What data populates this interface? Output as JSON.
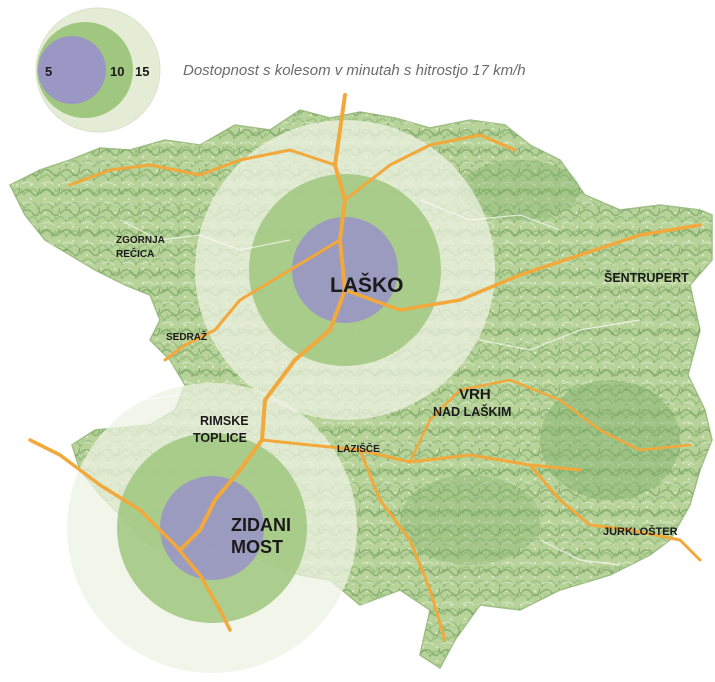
{
  "legend": {
    "caption": "Dostopnost s kolesom v minutah s hitrostjo 17 km/h",
    "values": [
      "5",
      "10",
      "15"
    ]
  },
  "places": {
    "lasko": "LAŠKO",
    "zgornja_line1": "ZGORNJA",
    "zgornja_line2": "REČICA",
    "sentrupert": "ŠENTRUPERT",
    "sedraz": "SEDRAŽ",
    "vrh_line1": "VRH",
    "vrh_line2": "NAD LAŠKIM",
    "rimske_line1": "RIMSKE",
    "rimske_line2": "TOPLICE",
    "lazisce": "LAZIŠČE",
    "zidani_line1": "ZIDANI",
    "zidani_line2": "MOST",
    "jurklosster": "JURKLOŠTER"
  },
  "colors": {
    "terrain": "#b8d39a",
    "terrain_dark": "#7fae6a",
    "road": "#f2a83a",
    "ring_15": "#e4ecd6",
    "ring_10": "#9fc77f",
    "ring_5": "#9a97c4"
  }
}
